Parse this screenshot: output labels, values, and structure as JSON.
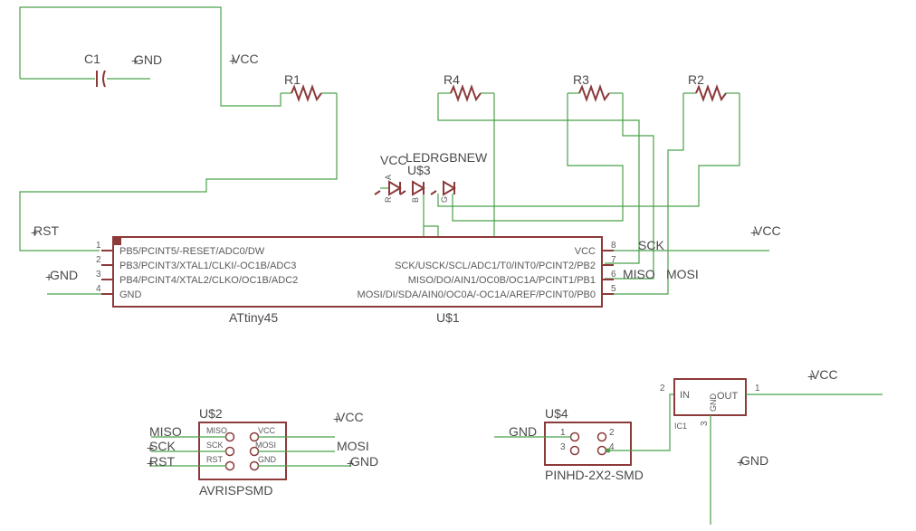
{
  "labels": {
    "c1": "C1",
    "r1": "R1",
    "r2": "R2",
    "r3": "R3",
    "r4": "R4",
    "led_name": "U$3",
    "led_value": "LEDRGBNEW",
    "led_pin_r": "R",
    "led_pin_g": "G",
    "led_pin_b": "B",
    "led_pin_a": "A",
    "u1_name": "U$1",
    "u1_value": "ATtiny45",
    "u2_name": "U$2",
    "u2_value": "AVRISPSMD",
    "u4_name": "U$4",
    "u4_value": "PINHD-2X2-SMD",
    "ic1_name": "IC1",
    "ic1_in": "IN",
    "ic1_out": "OUT",
    "ic1_gnd": "GND"
  },
  "nets": {
    "gnd": "GND",
    "vcc": "VCC",
    "rst": "RST",
    "sck": "SCK",
    "miso": "MISO",
    "mosi": "MOSI"
  },
  "attiny_pins": {
    "left": [
      {
        "num": "1",
        "name": "PB5/PCINT5/-RESET/ADC0/DW"
      },
      {
        "num": "2",
        "name": "PB3/PCINT3/XTAL1/CLKI/-OC1B/ADC3"
      },
      {
        "num": "3",
        "name": "PB4/PCINT4/XTAL2/CLKO/OC1B/ADC2"
      },
      {
        "num": "4",
        "name": "GND"
      }
    ],
    "right": [
      {
        "num": "8",
        "name": "VCC"
      },
      {
        "num": "7",
        "name": "SCK/USCK/SCL/ADC1/T0/INT0/PCINT2/PB2"
      },
      {
        "num": "6",
        "name": "MISO/DO/AIN1/OC0B/OC1A/PCINT1/PB1"
      },
      {
        "num": "5",
        "name": "MOSI/DI/SDA/AIN0/OC0A/-OC1A/AREF/PCINT0/PB0"
      }
    ]
  },
  "isp_pins": {
    "left": [
      "MISO",
      "SCK",
      "RST"
    ],
    "right": [
      "VCC",
      "MOSI",
      "GND"
    ]
  },
  "header_pins": [
    "1",
    "2",
    "3",
    "4"
  ],
  "ic1_pins": [
    "2",
    "1",
    "3"
  ],
  "colors": {
    "wire": "#4aa04a",
    "part": "#8c3a3a",
    "text": "#4a4a4a"
  }
}
